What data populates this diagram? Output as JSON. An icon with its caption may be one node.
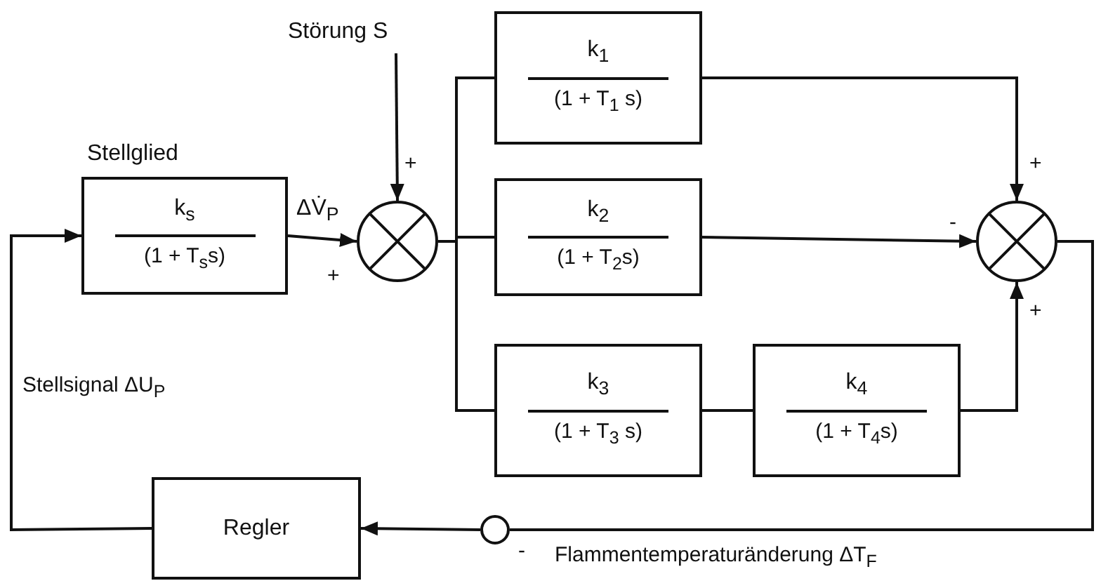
{
  "diagram": {
    "nodes": [
      {
        "text": [
          "Stellglied",
          "k$_{s}$",
          "(1 + T$_{s}$s)"
        ]
      },
      {
        "text": [
          "Störung S"
        ]
      },
      {
        "text": [],
        "shape": "circle"
      },
      {
        "text": [
          "k$_{1}$",
          "(1 + T$_{1}$ s)"
        ]
      },
      {
        "text": [
          "k$_{2}$",
          "(1 + T$_{2}$s)"
        ]
      },
      {
        "text": [
          "k$_{3}$",
          "(1 + T$_{3}$ s)"
        ]
      },
      {
        "text": [
          "k$_{4}$",
          "(1 + T$_{4}$s)"
        ]
      },
      {
        "text": [],
        "shape": "circle"
      },
      {
        "text": [],
        "shape": "circle"
      },
      {
        "text": [
          "Regler"
        ]
      }
    ],
    "edges": [
      {
        "from": 9,
        "to": 0,
        "arrow": "to"
      },
      {
        "from": 0,
        "to": 2,
        "arrow": "to",
        "label": "ΔV̇$_{P}$"
      },
      {
        "from": 1,
        "to": 2,
        "arrow": "to"
      },
      {
        "from": 2,
        "to": 3,
        "arrow": "none"
      },
      {
        "from": 2,
        "to": 4,
        "arrow": "none"
      },
      {
        "from": 2,
        "to": 5,
        "arrow": "none"
      },
      {
        "from": 3,
        "to": 7,
        "arrow": "to"
      },
      {
        "from": 4,
        "to": 7,
        "arrow": "to"
      },
      {
        "from": 5,
        "to": 6,
        "arrow": "none"
      },
      {
        "from": 6,
        "to": 7,
        "arrow": "to"
      },
      {
        "from": 7,
        "to": 8,
        "arrow": "none"
      },
      {
        "from": 8,
        "to": 9,
        "arrow": "to"
      }
    ],
    "labels": [
      "+",
      "+",
      "-",
      "+",
      "+",
      "Stellsignal ΔU$_{P}$",
      "-",
      "Flammentemperaturänderung ΔT$_{F}$"
    ]
  }
}
